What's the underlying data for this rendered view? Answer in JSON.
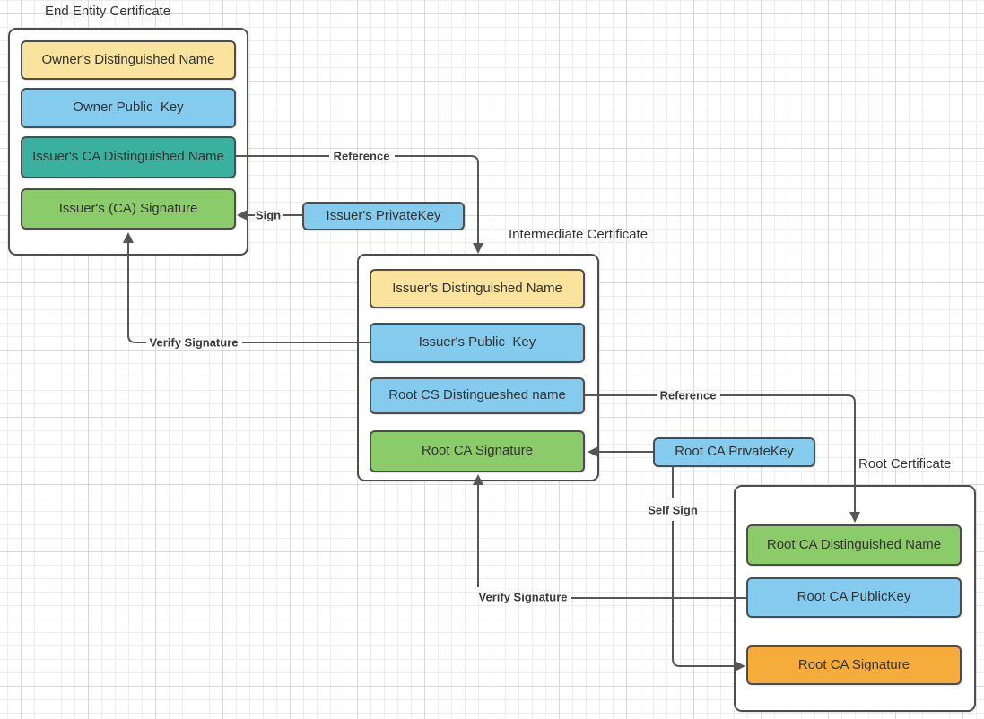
{
  "diagram": {
    "groups": [
      {
        "title": "End Entity Certificate",
        "boxes": [
          {
            "label": "Owner's Distinguished Name",
            "color": "yellow"
          },
          {
            "label": "Owner Public  Key",
            "color": "blue"
          },
          {
            "label": "Issuer's CA Distinguished Name",
            "color": "teal"
          },
          {
            "label": "Issuer's (CA) Signature",
            "color": "green"
          }
        ]
      },
      {
        "title": "Intermediate Certificate",
        "boxes": [
          {
            "label": "Issuer's Distinguished Name",
            "color": "yellow"
          },
          {
            "label": "Issuer's Public  Key",
            "color": "blue"
          },
          {
            "label": "Root CS Distingueshed name",
            "color": "blue"
          },
          {
            "label": "Root CA Signature",
            "color": "green"
          }
        ]
      },
      {
        "title": "Root Certificate",
        "boxes": [
          {
            "label": "Root CA Distinguished Name",
            "color": "green"
          },
          {
            "label": "Root CA PublicKey",
            "color": "blue"
          },
          {
            "label": "Root CA Signature",
            "color": "orange"
          }
        ]
      }
    ],
    "standalone_boxes": [
      {
        "label": "Issuer's PrivateKey",
        "color": "blue"
      },
      {
        "label": "Root CA PrivateKey",
        "color": "blue"
      }
    ],
    "connector_labels": {
      "reference_1": "Reference",
      "sign": "Sign",
      "verify_signature_1": "Verify Signature",
      "reference_2": "Reference",
      "self_sign": "Self Sign",
      "verify_signature_2": "Verify Signature"
    },
    "colors": {
      "yellow": "#fae39c",
      "blue": "#85cbed",
      "teal": "#3ab09e",
      "green": "#8ccb69",
      "orange": "#f5ac3b",
      "box_border": "#4d4d4d",
      "container_border": "#4d4d4d",
      "line": "#565656",
      "text": "#333333"
    }
  }
}
